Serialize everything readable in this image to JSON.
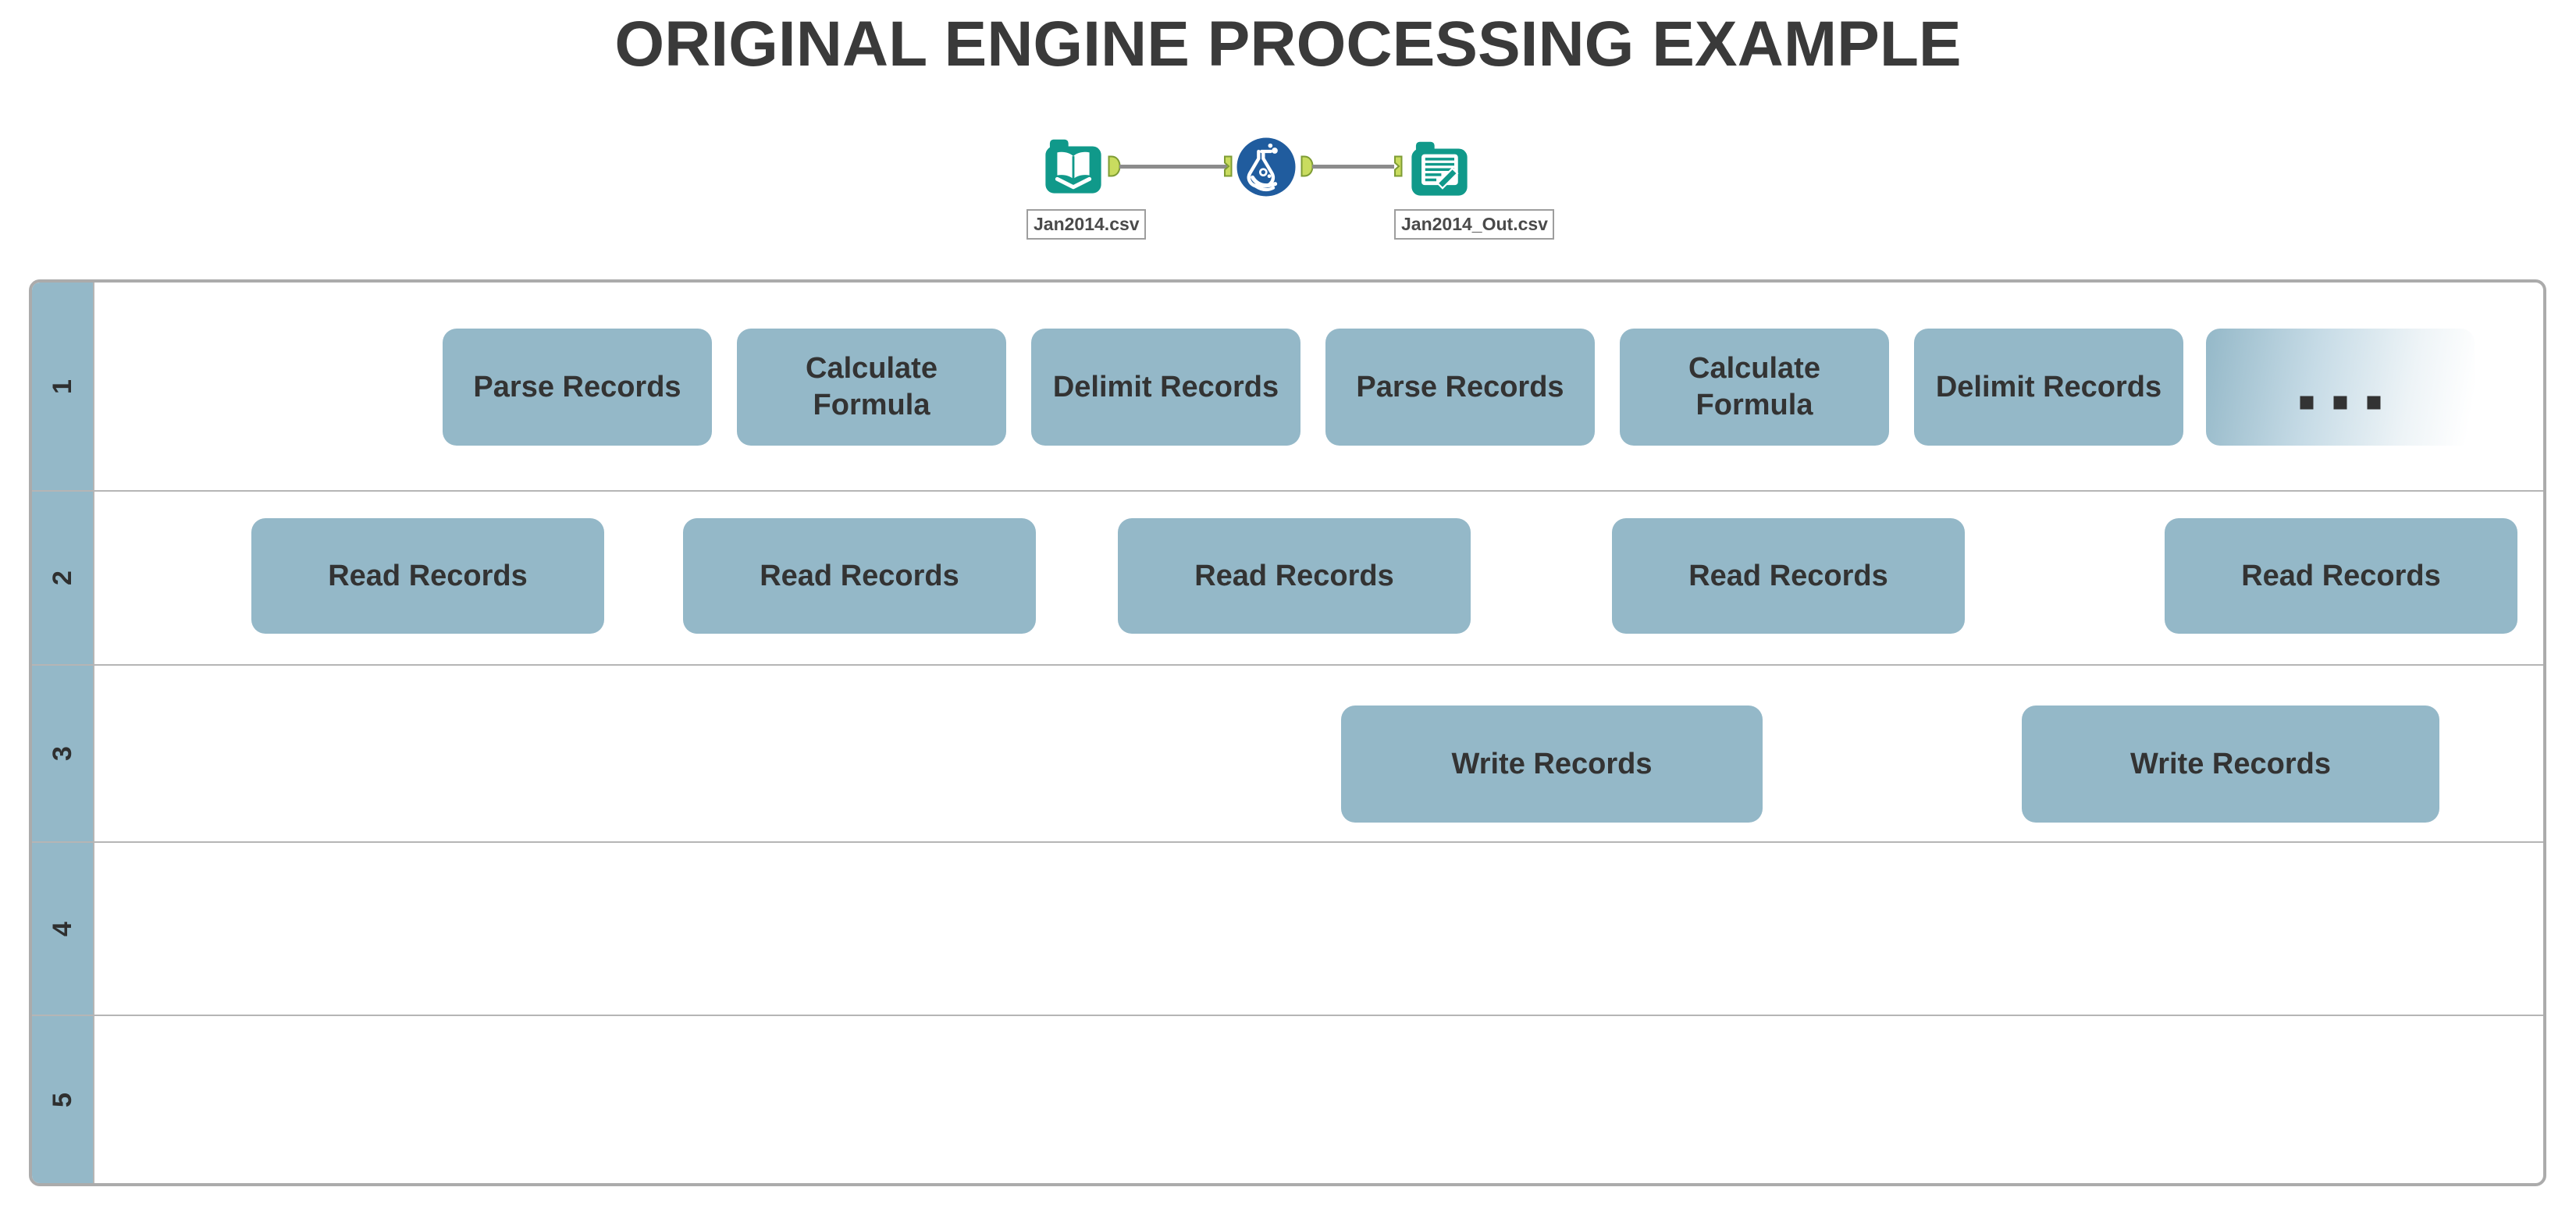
{
  "title": "ORIGINAL ENGINE PROCESSING EXAMPLE",
  "workflow": {
    "input_file_label": "Jan2014.csv",
    "output_file_label": "Jan2014_Out.csv",
    "tools": [
      "input-data",
      "formula",
      "output-data"
    ]
  },
  "lanes": [
    {
      "number": "1",
      "tasks": [
        "Parse Records",
        "Calculate Formula",
        "Delimit Records",
        "Parse Records",
        "Calculate Formula",
        "Delimit Records"
      ],
      "ellipsis": "..."
    },
    {
      "number": "2",
      "tasks": [
        "Read Records",
        "Read Records",
        "Read Records",
        "Read Records",
        "Read Records"
      ]
    },
    {
      "number": "3",
      "tasks": [
        "Write Records",
        "Write Records"
      ]
    },
    {
      "number": "4",
      "tasks": []
    },
    {
      "number": "5",
      "tasks": []
    }
  ],
  "colors": {
    "task_fill": "#94b8c8",
    "pool_border": "#ababab",
    "lane_divider": "#b5b5b5",
    "title_text": "#3a3a3a",
    "task_text": "#333333",
    "teal": "#10998a",
    "formula_blue": "#205c9e",
    "anchor_green": "#c9dc5f",
    "anchor_border": "#7e9c34",
    "connector": "#8c8c8c",
    "label_border": "#9e9e9e",
    "label_text": "#4a4a4a"
  }
}
